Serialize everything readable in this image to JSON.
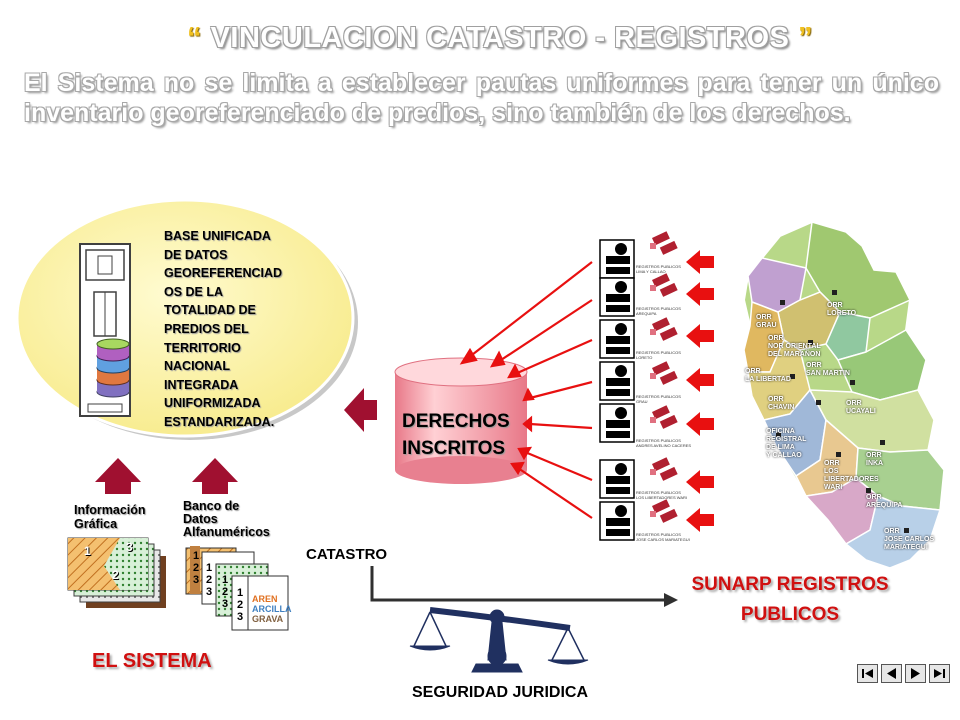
{
  "title": {
    "quote_open": "“",
    "text": "VINCULACION CATASTRO - REGISTROS",
    "quote_close": "”"
  },
  "intro": "El Sistema no se limita a establecer pautas uniformes para tener un único inventario georeferenciado de predios, sino también de los derechos.",
  "base_box": {
    "lines": [
      "BASE UNIFICADA",
      "DE DATOS",
      "GEOREFERENCIAD",
      "OS DE LA",
      "TOTALIDAD DE",
      "PREDIOS DEL",
      "TERRITORIO",
      "NACIONAL",
      "INTEGRADA",
      "UNIFORMIZADA",
      "ESTANDARIZADA."
    ]
  },
  "derechos": {
    "line1": "DERECHOS",
    "line2": "INSCRITOS"
  },
  "info_grafica": {
    "line1": "Información",
    "line2": "Gráfica"
  },
  "banco": {
    "line1": "Banco de",
    "line2": "Datos",
    "line3": "Alfanuméricos"
  },
  "sheet_numbers": [
    "1",
    "2",
    "3"
  ],
  "layers": [
    "AREN",
    "ARCILLA",
    "GRAVA"
  ],
  "catastro": "CATASTRO",
  "el_sistema": "EL SISTEMA",
  "seguridad": "SEGURIDAD JURIDICA",
  "sunarp": {
    "line1": "SUNARP REGISTROS",
    "line2": "PUBLICOS"
  },
  "offices": [
    {
      "line1": "REGISTROS PUBLICOS",
      "line2": "LIMA Y CALLAO"
    },
    {
      "line1": "REGISTROS PUBLICOS",
      "line2": "AREQUIPA"
    },
    {
      "line1": "REGISTROS PUBLICOS",
      "line2": "LORETO"
    },
    {
      "line1": "REGISTROS PUBLICOS",
      "line2": "GRAU"
    },
    {
      "line1": "REGISTROS PUBLICOS",
      "line2": "ANDRES AVELINO CACERES"
    },
    {
      "line1": "REGISTROS PUBLICOS",
      "line2": "LOS LIBERTADORES WARI"
    },
    {
      "line1": "REGISTROS PUBLICOS",
      "line2": "JOSE CARLOS MARIATEGUI"
    }
  ],
  "map_labels": [
    {
      "name": "ORR",
      "sub": "LORETO"
    },
    {
      "name": "ORR",
      "sub": "GRAU"
    },
    {
      "name": "ORR",
      "sub": "NOR ORIENTAL"
    },
    {
      "name": "",
      "sub": "DEL MARAÑON"
    },
    {
      "name": "ORR",
      "sub": "SAN MARTIN"
    },
    {
      "name": "ORR",
      "sub": "LA LIBERTAD"
    },
    {
      "name": "ORR",
      "sub": "CHAVIN"
    },
    {
      "name": "ORR",
      "sub": "UCAYALI"
    },
    {
      "name": "OFICINA",
      "sub": "REGISTRAL"
    },
    {
      "name": "DE LIMA",
      "sub": "Y CALLAO"
    },
    {
      "name": "ORR",
      "sub": "INKA"
    },
    {
      "name": "ORR",
      "sub": "LOS"
    },
    {
      "name": "LIBERTADORES",
      "sub": "WARI"
    },
    {
      "name": "ORR",
      "sub": "AREQUIPA"
    },
    {
      "name": "ORR",
      "sub": "JOSE CARLOS"
    },
    {
      "name": "",
      "sub": "MARIATEGUI"
    }
  ],
  "colors": {
    "red": "#d01010",
    "arrow_red": "#e81010",
    "ellipse": "#fff7b0",
    "cylinder": "#f4a0a8",
    "map_green": "#a8d070"
  }
}
